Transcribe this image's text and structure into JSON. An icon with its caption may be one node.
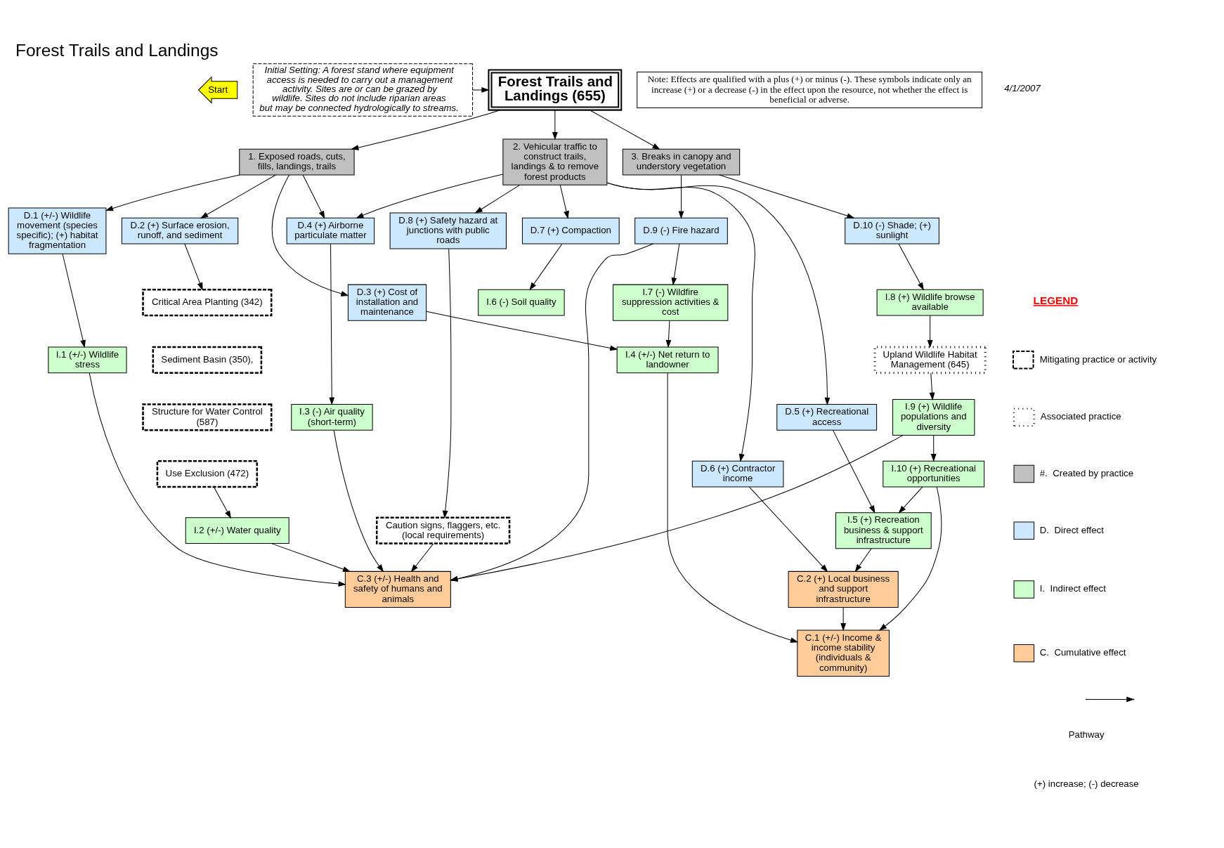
{
  "diagram": {
    "title": "Forest Trails and Landings",
    "nodes": [
      {
        "text": [
          "Forest Trails and Landings (655)"
        ]
      },
      {
        "text": [
          "Initial Setting: A forest stand where equipment access is needed to carry out a management activity. Sites are or can be grazed by wildlife. Sites do not include riparian areas but may be connected hydrologically to streams."
        ]
      },
      {
        "text": [
          "Start"
        ]
      },
      {
        "text": [
          "1. Exposed roads, cuts, fills, landings, trails"
        ]
      },
      {
        "text": [
          "2. Vehicular traffic to construct trails, landings & to remove forest products"
        ]
      },
      {
        "text": [
          "3. Breaks in canopy and understory vegetation"
        ]
      },
      {
        "text": [
          "D.1 (+/-) Wildlife movement (species specific); (+) habitat fragmentation"
        ]
      },
      {
        "text": [
          "D.2 (+) Surface erosion, runoff, and sediment"
        ]
      },
      {
        "text": [
          "D.3 (+) Cost of installation and maintenance"
        ]
      },
      {
        "text": [
          "D.4 (+) Airborne particulate matter"
        ]
      },
      {
        "text": [
          "D.5 (+) Recreational access"
        ]
      },
      {
        "text": [
          "D.6 (+) Contractor income"
        ]
      },
      {
        "text": [
          "D.7 (+) Compaction"
        ]
      },
      {
        "text": [
          "D.8 (+) Safety hazard at junctions with public roads"
        ]
      },
      {
        "text": [
          "Caution signs, flaggers, etc. (local requirements)"
        ]
      },
      {
        "text": [
          "D.9 (-) Fire hazard"
        ]
      },
      {
        "text": [
          "D.10 (-) Shade; (+) sunlight"
        ]
      },
      {
        "text": [
          "I.1 (+/-) Wildlife stress"
        ]
      },
      {
        "text": [
          "Critical Area Planting (342)"
        ]
      },
      {
        "text": [
          "Sediment Basin (350),"
        ]
      },
      {
        "text": [
          "Structure for Water Control (587)"
        ]
      },
      {
        "text": [
          "Use Exclusion (472)"
        ]
      },
      {
        "text": [
          "I.2 (+/-) Water quality"
        ]
      },
      {
        "text": [
          "I.3 (-) Air quality (short-term)"
        ]
      },
      {
        "text": [
          "I.4 (+/-) Net return to landowner"
        ]
      },
      {
        "text": [
          "I.5 (+) Recreation business & support infrastructure"
        ]
      },
      {
        "text": [
          "I.6 (-) Soil quality"
        ]
      },
      {
        "text": [
          "I.7 (-) Wildfire suppression activities & cost"
        ]
      },
      {
        "text": [
          "I.8 (+) Wildlife browse available"
        ]
      },
      {
        "text": [
          "Upland Wildlife Habitat Management (645)"
        ]
      },
      {
        "text": [
          "I.9 (+) Wildlife populations and diversity"
        ]
      },
      {
        "text": [
          "I.10 (+) Recreational opportunities"
        ]
      },
      {
        "text": [
          "C.1 (+/-) Income & income stability (individuals & community)"
        ]
      },
      {
        "text": [
          "C.2 (+) Local business and support infrastructure"
        ]
      },
      {
        "text": [
          "C.3 (+/-) Health and safety of humans and animals"
        ]
      },
      {
        "text": [
          "Note: Effects are qualified with a plus (+) or minus (-). These symbols indicate only an increase (+) or a decrease (-) in the effect upon the resource, not whether the effect is beneficial or adverse."
        ]
      }
    ],
    "edges": [
      {
        "from": 1,
        "to": 0,
        "arrow": "to"
      },
      {
        "from": 0,
        "to": 3,
        "arrow": "to"
      },
      {
        "from": 0,
        "to": 4,
        "arrow": "to"
      },
      {
        "from": 0,
        "to": 5,
        "arrow": "to"
      },
      {
        "from": 3,
        "to": 9,
        "arrow": "to"
      },
      {
        "from": 4,
        "to": 9,
        "arrow": "to"
      },
      {
        "from": 3,
        "to": 6,
        "arrow": "to"
      },
      {
        "from": 3,
        "to": 7,
        "arrow": "to"
      },
      {
        "from": 3,
        "to": 8,
        "arrow": "to"
      },
      {
        "from": 4,
        "to": 10,
        "arrow": "to"
      },
      {
        "from": 4,
        "to": 11,
        "arrow": "to"
      },
      {
        "from": 4,
        "to": 12,
        "arrow": "to"
      },
      {
        "from": 4,
        "to": 13,
        "arrow": "to"
      },
      {
        "from": 13,
        "to": 14,
        "arrow": "to"
      },
      {
        "from": 5,
        "to": 15,
        "arrow": "to"
      },
      {
        "from": 5,
        "to": 16,
        "arrow": "to"
      },
      {
        "from": 14,
        "to": 34,
        "arrow": "to"
      },
      {
        "from": 15,
        "to": 34,
        "arrow": "to"
      },
      {
        "from": 15,
        "to": 27,
        "arrow": "to"
      },
      {
        "from": 16,
        "to": 28,
        "arrow": "to"
      },
      {
        "from": 28,
        "to": 29,
        "arrow": "to"
      },
      {
        "from": 27,
        "to": 24,
        "arrow": "to"
      },
      {
        "from": 6,
        "to": 17,
        "arrow": "to"
      },
      {
        "from": 7,
        "to": 18,
        "arrow": "to"
      },
      {
        "from": 21,
        "to": 22,
        "arrow": "to"
      },
      {
        "from": 8,
        "to": 24,
        "arrow": "to"
      },
      {
        "from": 9,
        "to": 23,
        "arrow": "to"
      },
      {
        "from": 10,
        "to": 25,
        "arrow": "to"
      },
      {
        "from": 12,
        "to": 26,
        "arrow": "to"
      },
      {
        "from": 11,
        "to": 33,
        "arrow": "to"
      },
      {
        "from": 24,
        "to": 32,
        "arrow": "to"
      },
      {
        "from": 25,
        "to": 33,
        "arrow": "to"
      },
      {
        "from": 33,
        "to": 32,
        "arrow": "to"
      },
      {
        "from": 31,
        "to": 32,
        "arrow": "to"
      },
      {
        "from": 31,
        "to": 25,
        "arrow": "to"
      },
      {
        "from": 29,
        "to": 30,
        "arrow": "to"
      },
      {
        "from": 30,
        "to": 31,
        "arrow": "to"
      },
      {
        "from": 30,
        "to": 34,
        "arrow": "to"
      },
      {
        "from": 17,
        "to": 34,
        "arrow": "to"
      },
      {
        "from": 22,
        "to": 34,
        "arrow": "to"
      },
      {
        "from": 23,
        "to": 34,
        "arrow": "to"
      }
    ],
    "labels": [
      "4/1/2007",
      "LEGEND",
      "(+) increase; (-) decrease"
    ],
    "legend": [
      {
        "text": "Mitigating practice or activity"
      },
      {
        "text": "Associated practice"
      },
      {
        "text": "#.  Created by practice",
        "color": "#c0c0c0"
      },
      {
        "text": "D.  Direct effect",
        "color": "#cce8ff"
      },
      {
        "text": "I.  Indirect effect",
        "color": "#ccffcc"
      },
      {
        "text": "C.  Cumulative effect",
        "color": "#ffcc99"
      },
      {
        "text": "Pathway"
      }
    ]
  }
}
